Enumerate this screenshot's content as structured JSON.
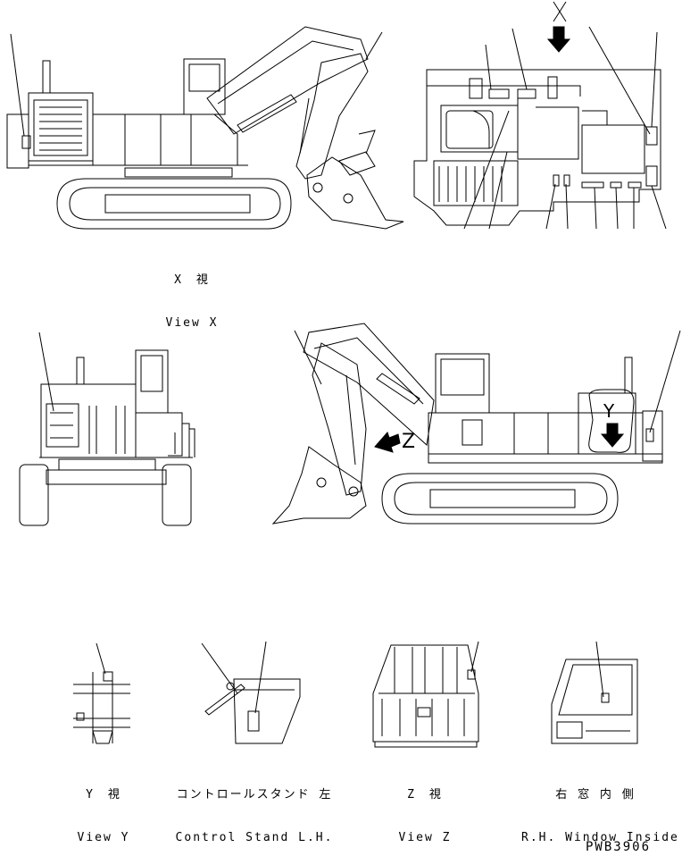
{
  "views": {
    "x": {
      "jp": "X　視",
      "en": "View X"
    },
    "y": {
      "jp": "Y　視",
      "en": "View Y"
    },
    "z": {
      "jp": "Z　視",
      "en": "View Z"
    },
    "control_stand": {
      "jp": "コントロールスタンド 左",
      "en": "Control Stand L.H."
    },
    "window": {
      "jp": "右 窓 内 側",
      "en": "R.H. Window Inside"
    }
  },
  "markers": {
    "x": "X",
    "y": "Y",
    "z": "Z"
  },
  "drawing_code": "PWB3906"
}
